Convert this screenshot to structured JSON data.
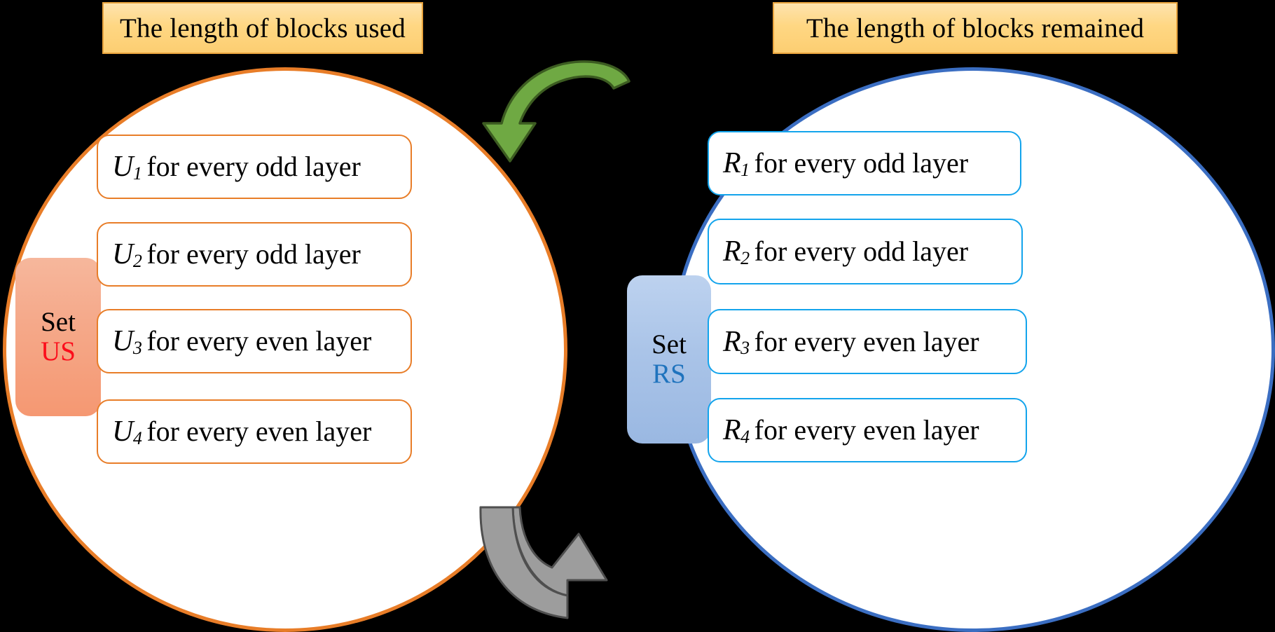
{
  "banners": {
    "left": "The length of blocks used",
    "right": "The length of blocks remained"
  },
  "left_group": {
    "tab": {
      "word": "Set",
      "code": "US"
    },
    "items": [
      {
        "symbol": "U",
        "index": "1",
        "text": "for every odd layer"
      },
      {
        "symbol": "U",
        "index": "2",
        "text": "for every odd layer"
      },
      {
        "symbol": "U",
        "index": "3",
        "text": "for every even layer"
      },
      {
        "symbol": "U",
        "index": "4",
        "text": "for every even layer"
      }
    ]
  },
  "right_group": {
    "tab": {
      "word": "Set",
      "code": "RS"
    },
    "items": [
      {
        "symbol": "R",
        "index": "1",
        "text": "for every odd layer"
      },
      {
        "symbol": "R",
        "index": "2",
        "text": "for every odd layer"
      },
      {
        "symbol": "R",
        "index": "3",
        "text": "for every even layer"
      },
      {
        "symbol": "R",
        "index": "4",
        "text": "for every even layer"
      }
    ]
  },
  "arrows": {
    "top": {
      "name": "curved-arrow-right-to-left",
      "color": "#6fa943"
    },
    "bottom": {
      "name": "curved-arrow-left-to-right",
      "color": "#9d9d9d"
    }
  },
  "colors": {
    "banner_fill": "#ffd783",
    "banner_border": "#e8a33d",
    "left_circle_border": "#e87d28",
    "right_circle_border": "#3b6ec2",
    "left_box_border": "#e87d28",
    "right_box_border": "#13a4ec",
    "us_text": "#fc0d1b",
    "rs_text": "#1f73bd",
    "background": "#000000"
  }
}
